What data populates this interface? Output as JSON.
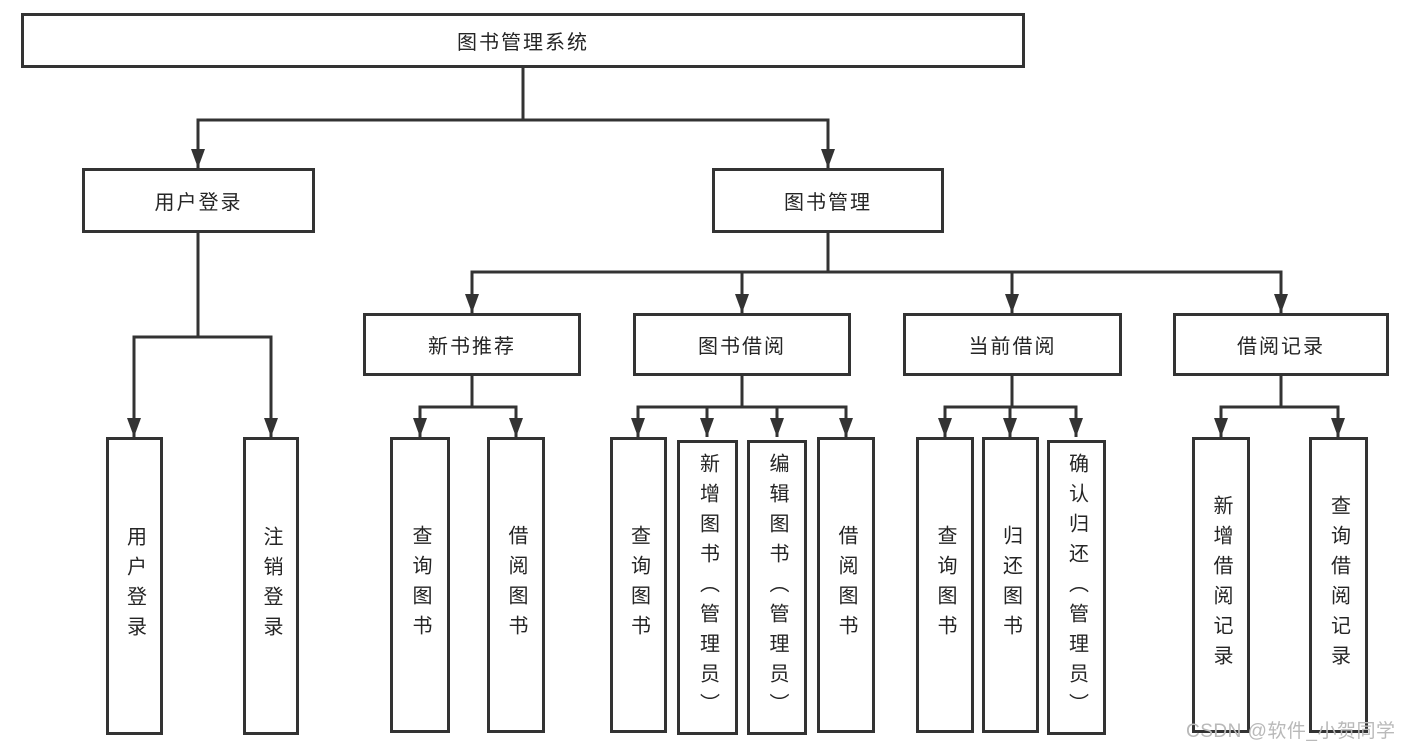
{
  "diagram": {
    "title": "图书管理系统",
    "root": {
      "label": "图书管理系统",
      "children": [
        {
          "label": "用户登录",
          "children": [
            {
              "label": "用户登录"
            },
            {
              "label": "注销登录"
            }
          ]
        },
        {
          "label": "图书管理",
          "children": [
            {
              "label": "新书推荐",
              "children": [
                {
                  "label": "查询图书"
                },
                {
                  "label": "借阅图书"
                }
              ]
            },
            {
              "label": "图书借阅",
              "children": [
                {
                  "label": "查询图书"
                },
                {
                  "label": "新增图书（管理员）"
                },
                {
                  "label": "编辑图书（管理员）"
                },
                {
                  "label": "借阅图书"
                }
              ]
            },
            {
              "label": "当前借阅",
              "children": [
                {
                  "label": "查询图书"
                },
                {
                  "label": "归还图书"
                },
                {
                  "label": "确认归还（管理员）"
                }
              ]
            },
            {
              "label": "借阅记录",
              "children": [
                {
                  "label": "新增借阅记录"
                },
                {
                  "label": "查询借阅记录"
                }
              ]
            }
          ]
        }
      ]
    }
  },
  "watermark": {
    "text": "CSDN @软件_小贺同学",
    "color": "#b9b9b9"
  },
  "colors": {
    "background": "#ffffff",
    "line": "#333333",
    "box_border": "#333333",
    "text": "#252525"
  }
}
